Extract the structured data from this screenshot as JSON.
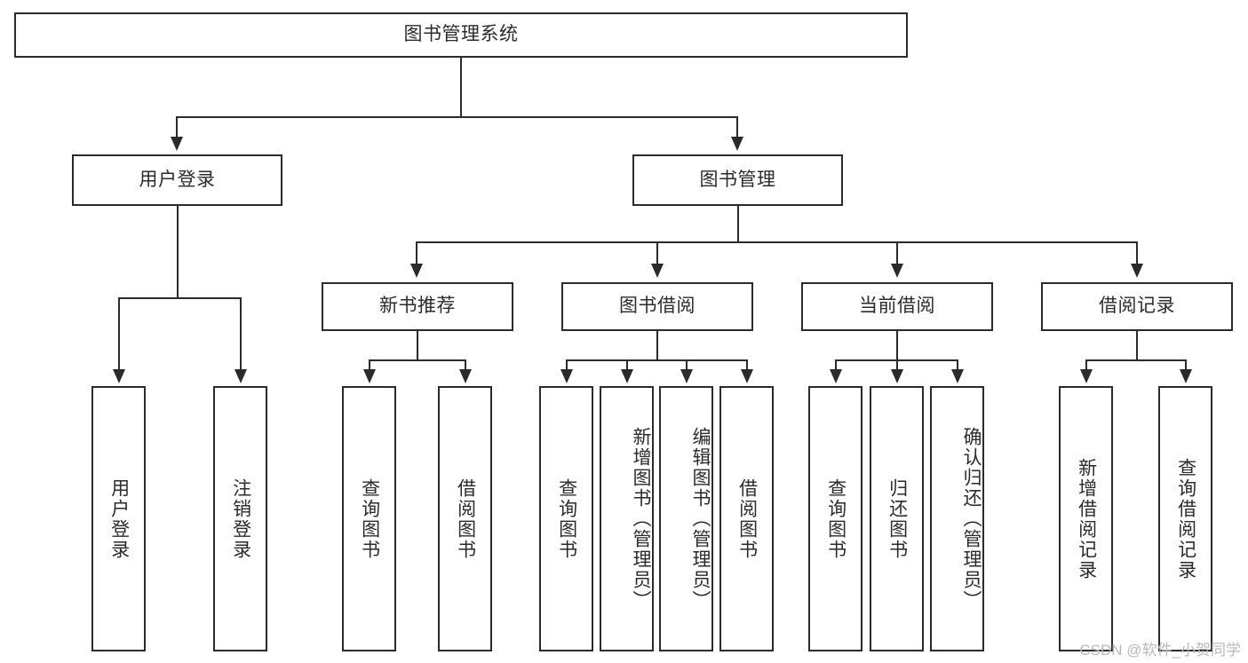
{
  "diagram": {
    "title": "图书管理系统",
    "root": {
      "id": "root",
      "label": "图书管理系统"
    },
    "level1": [
      {
        "id": "user-login",
        "label": "用户登录"
      },
      {
        "id": "book-management",
        "label": "图书管理"
      }
    ],
    "level2": [
      {
        "id": "new-book-recommend",
        "label": "新书推荐"
      },
      {
        "id": "book-borrow",
        "label": "图书借阅"
      },
      {
        "id": "current-borrow",
        "label": "当前借阅"
      },
      {
        "id": "borrow-record",
        "label": "借阅记录"
      }
    ],
    "leaves": {
      "user_login": [
        {
          "id": "leaf-user-login",
          "label": "用户登录"
        },
        {
          "id": "leaf-logout-login",
          "label": "注销登录"
        }
      ],
      "new_book_recommend": [
        {
          "id": "leaf-query-book-1",
          "label": "查询图书"
        },
        {
          "id": "leaf-borrow-book-1",
          "label": "借阅图书"
        }
      ],
      "book_borrow": [
        {
          "id": "leaf-query-book-2",
          "label": "查询图书"
        },
        {
          "id": "leaf-add-book-admin",
          "label": "新增图书（管理员）"
        },
        {
          "id": "leaf-edit-book-admin",
          "label": "编辑图书（管理员）"
        },
        {
          "id": "leaf-borrow-book-2",
          "label": "借阅图书"
        }
      ],
      "current_borrow": [
        {
          "id": "leaf-query-book-3",
          "label": "查询图书"
        },
        {
          "id": "leaf-return-book",
          "label": "归还图书"
        },
        {
          "id": "leaf-confirm-return-admin",
          "label": "确认归还（管理员）"
        }
      ],
      "borrow_record": [
        {
          "id": "leaf-add-borrow-record",
          "label": "新增借阅记录"
        },
        {
          "id": "leaf-query-borrow-record",
          "label": "查询借阅记录"
        }
      ]
    }
  },
  "watermark": {
    "text": "CSDN @软件_小贺同学"
  },
  "colors": {
    "stroke": "#2b2b2b",
    "background": "#ffffff",
    "text": "#2b2b2b",
    "watermark": "#b9b9b9"
  }
}
